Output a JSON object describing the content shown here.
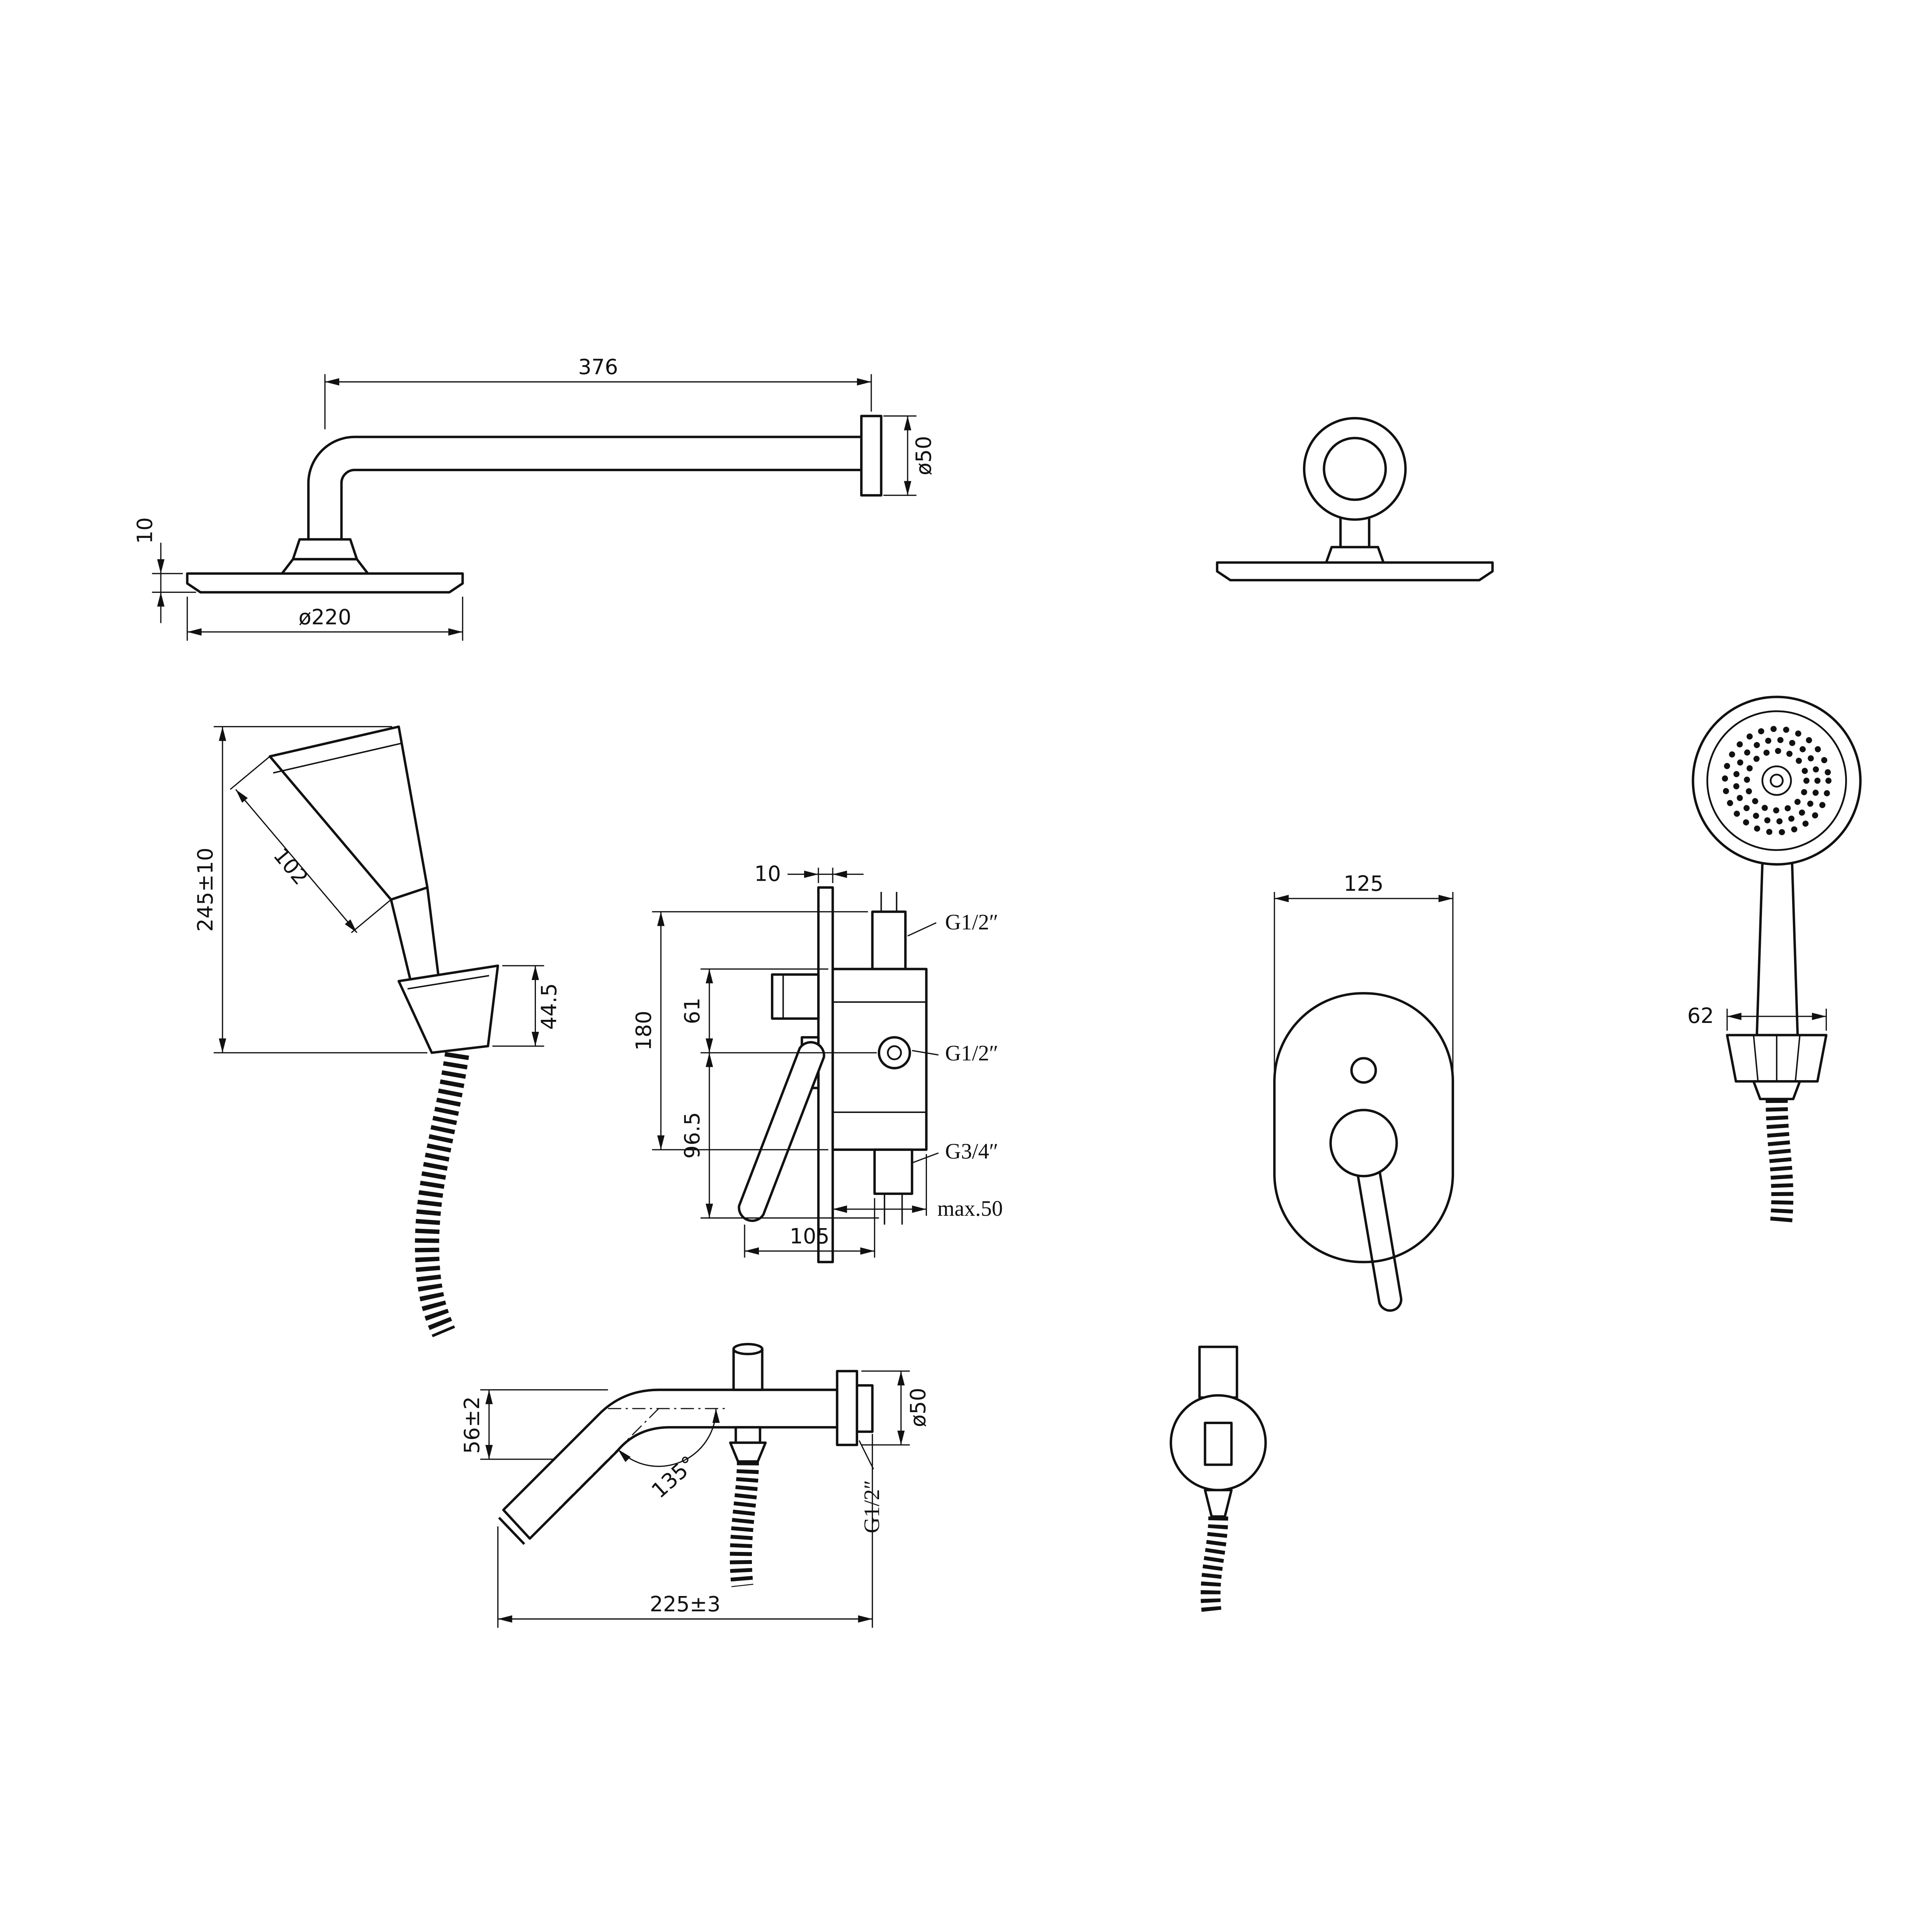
{
  "colors": {
    "line": "#111111",
    "background": "#ffffff"
  },
  "views": {
    "rain_shower_side": {
      "dim_arm_length": "376",
      "dim_flange": "ø50",
      "dim_head_thickness": "10",
      "dim_head_diameter": "ø220"
    },
    "hand_shower_side": {
      "dim_head_length": "102",
      "dim_overall_height": "245±10",
      "dim_holder_height": "44.5"
    },
    "mixer_side": {
      "dim_plate_thickness": "10",
      "dim_port_top": "G1/2″",
      "dim_height": "180",
      "dim_offset_top": "61",
      "dim_port_mid": "G1/2″",
      "dim_offset_bottom": "96.5",
      "dim_port_bottom": "G3/4″",
      "dim_max_depth": "max.50",
      "dim_width": "105"
    },
    "mixer_front": {
      "dim_plate_width": "125"
    },
    "hand_shower_front": {
      "dim_holder_width": "62"
    },
    "spout_side": {
      "dim_drop": "56±2",
      "dim_angle": "135°",
      "dim_length": "225±3",
      "dim_flange": "ø50",
      "dim_thread": "G1/2″"
    }
  }
}
